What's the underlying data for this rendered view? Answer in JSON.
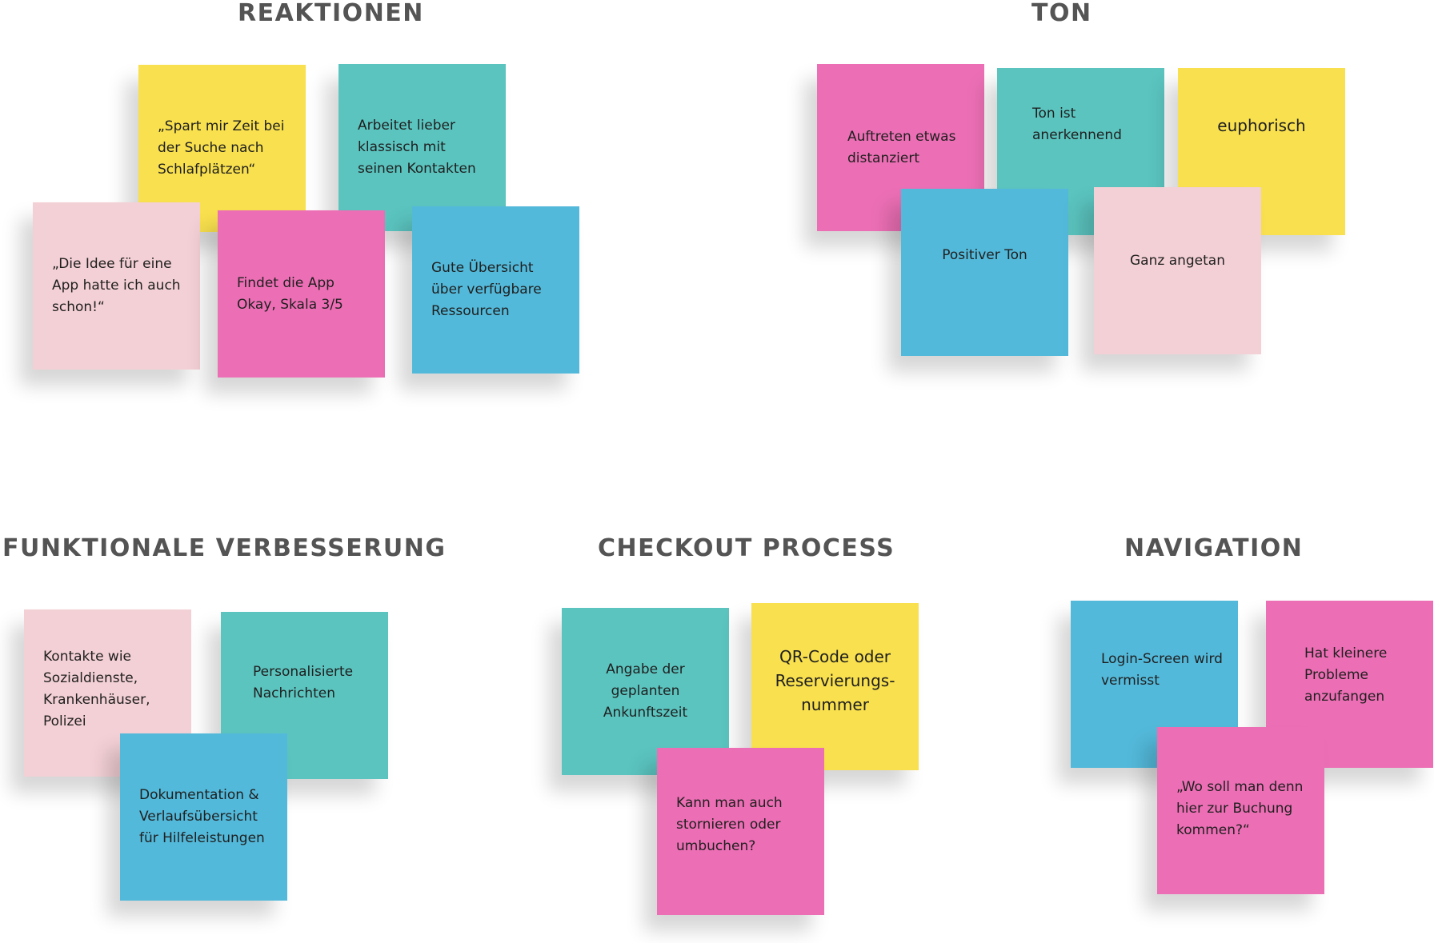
{
  "colors": {
    "yellow": "#f8e04e",
    "teal": "#5bc4bf",
    "light_pink": "#f3d0d5",
    "magenta": "#ec6fb5",
    "blue": "#53b9da",
    "heading": "#545454"
  },
  "sections": {
    "reaktionen": {
      "title": "REAKTIONEN",
      "notes": {
        "spart_zeit": "„Spart mir Zeit bei der Suche nach Schlafplätzen“",
        "klassisch": "Arbeitet lieber klassisch mit seinen Kontakten",
        "idee": "„Die Idee für eine App hatte ich auch schon!“",
        "okay": "Findet die App Okay, Skala 3/5",
        "uebersicht": "Gute Übersicht über verfügbare Ressourcen"
      }
    },
    "ton": {
      "title": "TON",
      "notes": {
        "distanziert": "Auftreten etwas distanziert",
        "anerkennend": "Ton ist anerkennend",
        "euphorisch": "euphorisch",
        "positiv": "Positiver Ton",
        "angetan": "Ganz angetan"
      }
    },
    "funktionale": {
      "title": "FUNKTIONALE  VERBESSERUNG",
      "notes": {
        "kontakte": "Kontakte wie Sozialdienste, Krankenhäuser, Polizei",
        "nachrichten": "Personalisierte Nachrichten",
        "dokumentation": "Dokumentation & Verlaufsübersicht für Hilfeleistungen"
      }
    },
    "checkout": {
      "title": "CHECKOUT PROCESS",
      "notes": {
        "ankunft": "Angabe der geplanten Ankunftszeit",
        "qr": "QR-Code oder Reservierungs-\nnummer",
        "stornieren": "Kann man auch stornieren oder umbuchen?"
      }
    },
    "navigation": {
      "title": "NAVIGATION",
      "notes": {
        "login": "Login-Screen wird vermisst",
        "probleme": "Hat kleinere Probleme anzufangen",
        "buchung": "„Wo soll man denn hier zur Buchung kommen?“"
      }
    }
  }
}
